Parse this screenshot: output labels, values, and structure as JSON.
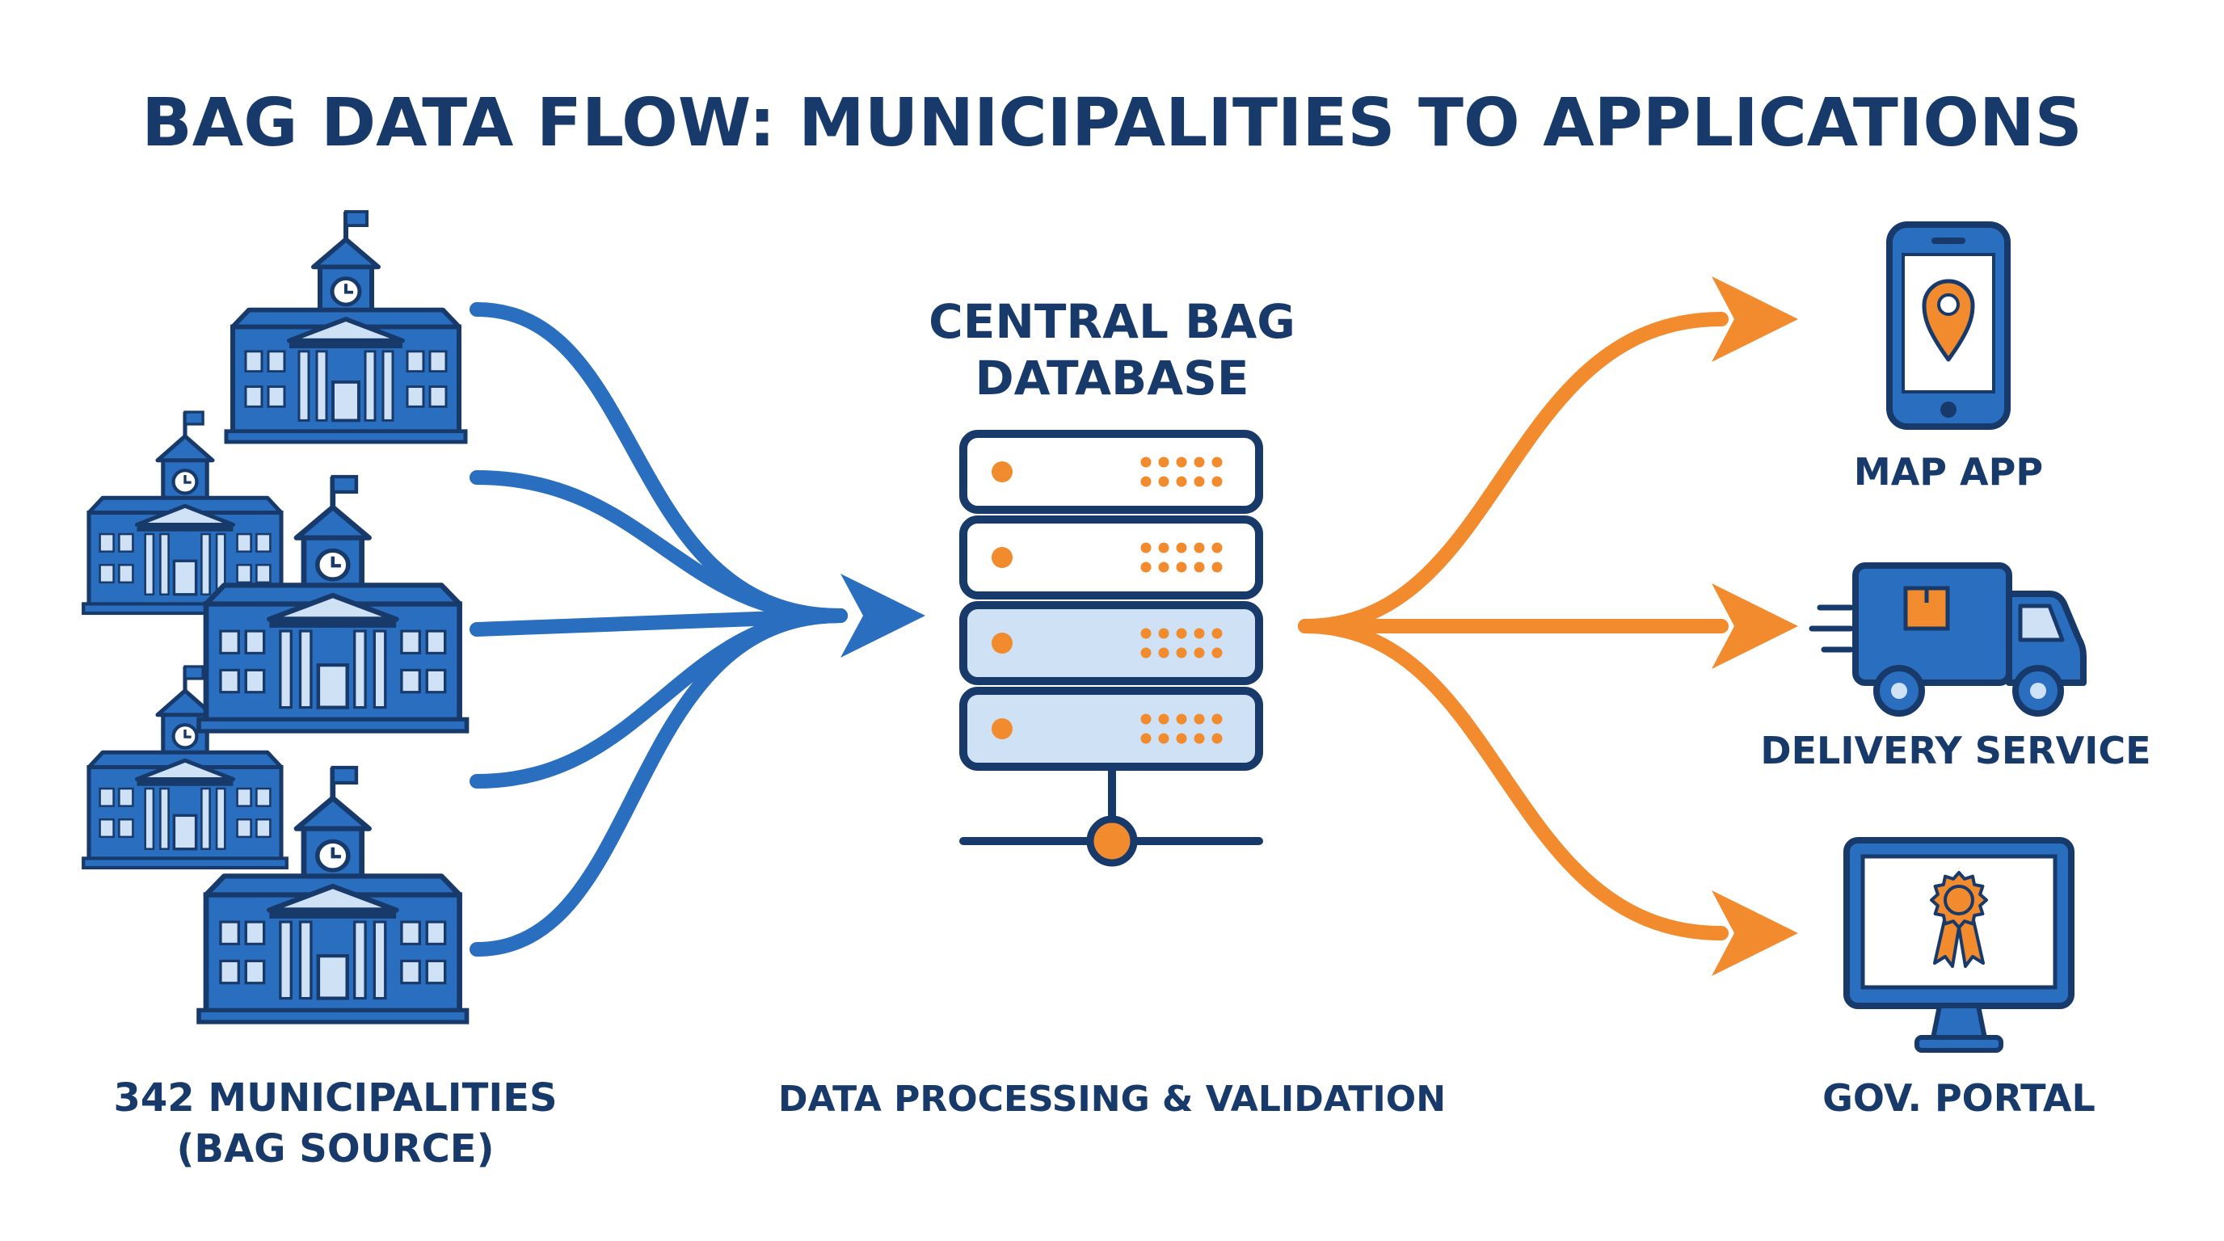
{
  "title": "BAG DATA FLOW: MUNICIPALITIES TO APPLICATIONS",
  "colors": {
    "navy": "#173a6a",
    "blue": "#2a6ec0",
    "light_blue": "#cfe2f5",
    "orange": "#f28a2e"
  },
  "sources": {
    "icon": "municipality-building-icon",
    "count": 5,
    "label_line1": "342 MUNICIPALITIES",
    "label_line2": "(BAG SOURCE)"
  },
  "center": {
    "title_line1": "CENTRAL BAG",
    "title_line2": "DATABASE",
    "icon": "database-server-icon",
    "caption": "DATA PROCESSING & VALIDATION"
  },
  "applications": [
    {
      "label": "MAP APP",
      "icon": "smartphone-map-pin-icon"
    },
    {
      "label": "DELIVERY SERVICE",
      "icon": "delivery-truck-icon"
    },
    {
      "label": "GOV. PORTAL",
      "icon": "monitor-certificate-icon"
    }
  ]
}
